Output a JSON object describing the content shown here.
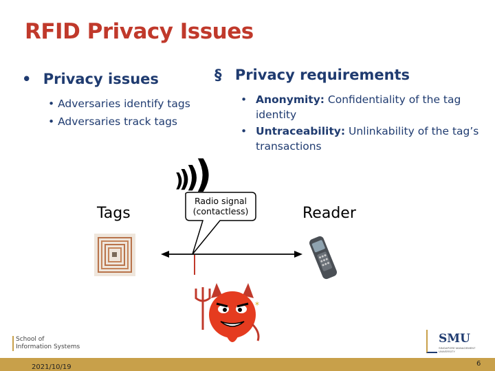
{
  "title": "RFID Privacy Issues",
  "left": {
    "bullet": "•",
    "heading": "Privacy issues",
    "items": [
      "Adversaries identify tags",
      "Adversaries track tags"
    ]
  },
  "right": {
    "bullet": "§",
    "heading": "Privacy requirements",
    "items": [
      {
        "term": "Anonymity:",
        "desc": " Confidentiality of the tag identity"
      },
      {
        "term": "Untraceability:",
        "desc": " Unlinkability of the tag’s transactions"
      }
    ]
  },
  "diagram": {
    "tags_label": "Tags",
    "reader_label": "Reader",
    "waves": "))))",
    "callout_line1": "Radio signal",
    "callout_line2": "(contactless)"
  },
  "footer": {
    "school_line1": "School of",
    "school_line2": "Information Systems",
    "date": "2021/10/19",
    "page": "6",
    "logo_text": "SMU",
    "logo_sub1": "SINGAPORE MANAGEMENT",
    "logo_sub2": "UNIVERSITY"
  },
  "colors": {
    "title": "#c0392b",
    "text": "#1f3b70",
    "footer_bar": "#c8a04a"
  },
  "icons": [
    "rfid-tag-icon",
    "reader-device-icon",
    "devil-adversary-icon",
    "smu-logo-icon"
  ]
}
